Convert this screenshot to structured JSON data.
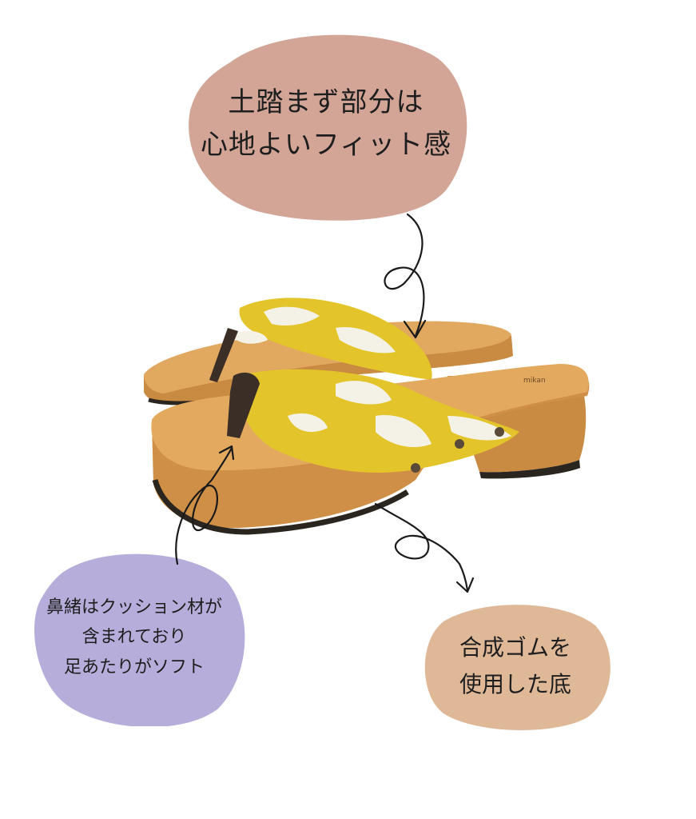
{
  "callouts": {
    "top": {
      "text": "土踏まず部分は\n心地よいフィット感",
      "color": "#d3a597"
    },
    "left": {
      "text": "鼻緒はクッション材が\n含まれており\n足あたりがソフト",
      "color": "#b6addb"
    },
    "right": {
      "text": "合成ゴムを\n使用した底",
      "color": "#dfb898"
    }
  },
  "product": {
    "wood_color": "#d89a4e",
    "strap_color": "#e3c52b",
    "sole_color": "#2b2520",
    "brand_mark": "mikan"
  }
}
